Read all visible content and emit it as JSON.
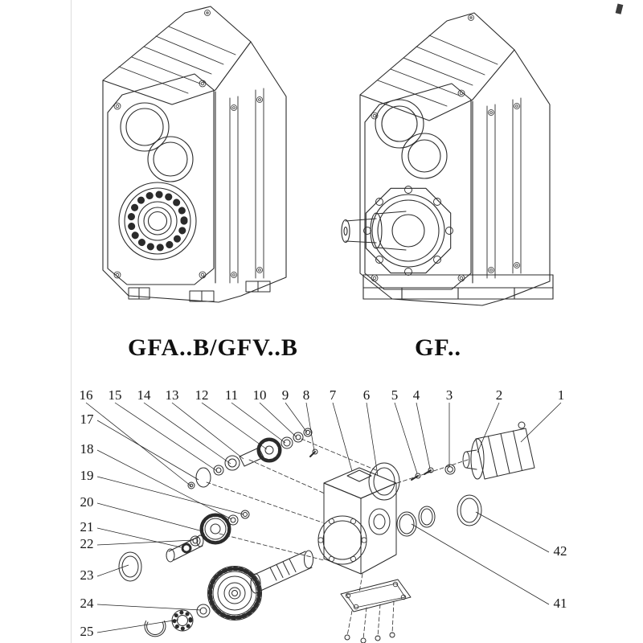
{
  "document": {
    "type": "gear-reducer catalog page",
    "background": "#ffffff",
    "line_color": "#2b2b2b"
  },
  "models": {
    "left_label": "GFA..B/GFV..B",
    "right_label": "GF.."
  },
  "callouts": {
    "top": [
      "16",
      "15",
      "14",
      "13",
      "12",
      "11",
      "10",
      "9",
      "8",
      "7",
      "6",
      "5",
      "4",
      "3",
      "2",
      "1"
    ],
    "left": [
      "17",
      "18",
      "19",
      "20",
      "21",
      "22",
      "23",
      "24",
      "25"
    ],
    "right": [
      "42",
      "41"
    ]
  }
}
